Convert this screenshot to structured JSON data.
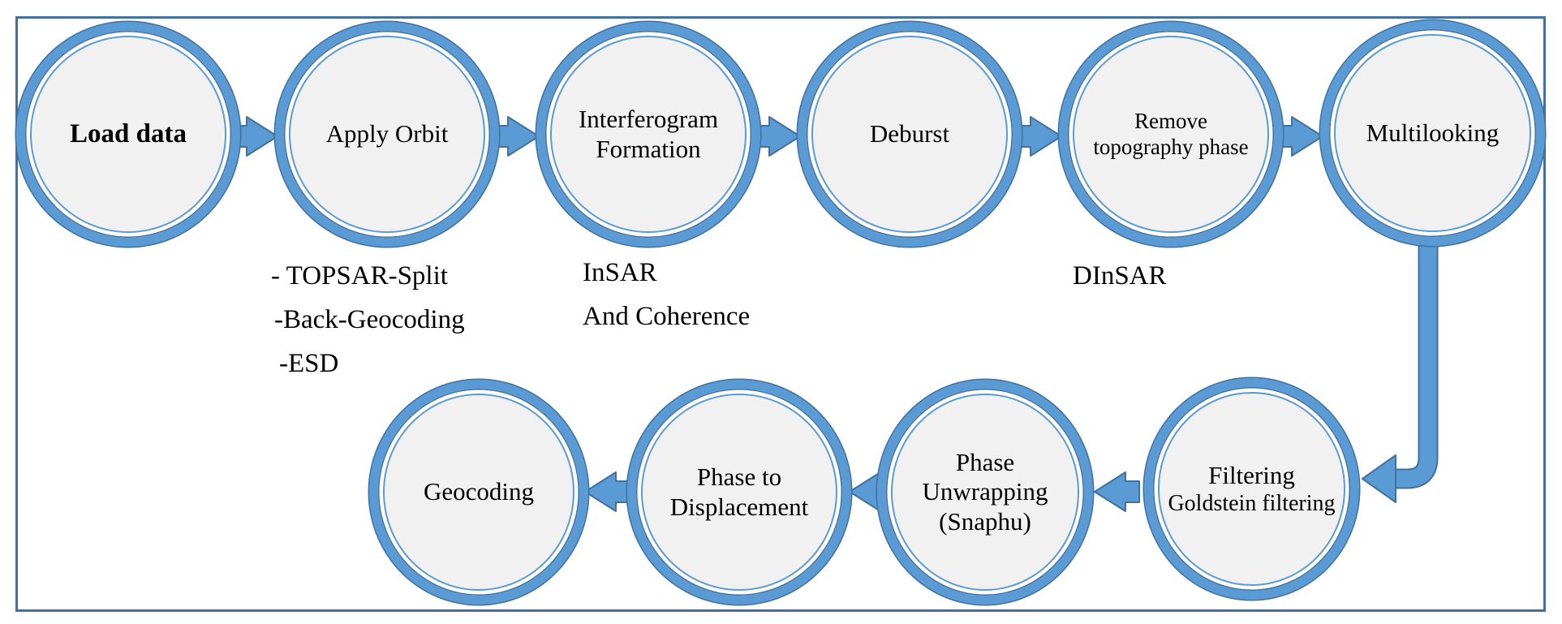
{
  "diagram": {
    "type": "flowchart",
    "nodes": [
      {
        "id": "load-data",
        "lines": [
          "Load data"
        ],
        "emphasis": "bold"
      },
      {
        "id": "apply-orbit",
        "lines": [
          "Apply Orbit"
        ]
      },
      {
        "id": "interferogram-formation",
        "lines": [
          "Interferogram",
          "Formation"
        ]
      },
      {
        "id": "deburst",
        "lines": [
          "Deburst"
        ]
      },
      {
        "id": "remove-topography-phase",
        "lines": [
          "Remove",
          "topography phase"
        ]
      },
      {
        "id": "multilooking",
        "lines": [
          "Multilooking"
        ]
      },
      {
        "id": "filtering",
        "lines": [
          "Filtering",
          "Goldstein filtering"
        ]
      },
      {
        "id": "phase-unwrapping",
        "lines": [
          "Phase",
          "Unwrapping",
          "(Snaphu)"
        ]
      },
      {
        "id": "phase-to-displacement",
        "lines": [
          "Phase to",
          "Displacement"
        ]
      },
      {
        "id": "geocoding",
        "lines": [
          "Geocoding"
        ]
      }
    ],
    "edges": [
      {
        "from": "load-data",
        "to": "apply-orbit"
      },
      {
        "from": "apply-orbit",
        "to": "interferogram-formation"
      },
      {
        "from": "interferogram-formation",
        "to": "deburst"
      },
      {
        "from": "deburst",
        "to": "remove-topography-phase"
      },
      {
        "from": "remove-topography-phase",
        "to": "multilooking"
      },
      {
        "from": "multilooking",
        "to": "filtering"
      },
      {
        "from": "filtering",
        "to": "phase-unwrapping"
      },
      {
        "from": "phase-unwrapping",
        "to": "phase-to-displacement"
      },
      {
        "from": "phase-to-displacement",
        "to": "geocoding"
      }
    ],
    "annotations": {
      "apply_orbit": [
        "- TOPSAR-Split",
        "-Back-Geocoding",
        "-ESD"
      ],
      "interferogram": [
        "InSAR",
        "And Coherence"
      ],
      "remove_topography": [
        "DInSAR"
      ]
    },
    "colors": {
      "ring_band": "#5b9bd5",
      "ring_outline": "#41719c",
      "node_fill": "#f1f1f1",
      "arrow_fill": "#5b9bd5",
      "arrow_outline": "#41719c",
      "frame_border": "#41719c",
      "text": "#000000",
      "background": "#ffffff"
    }
  }
}
